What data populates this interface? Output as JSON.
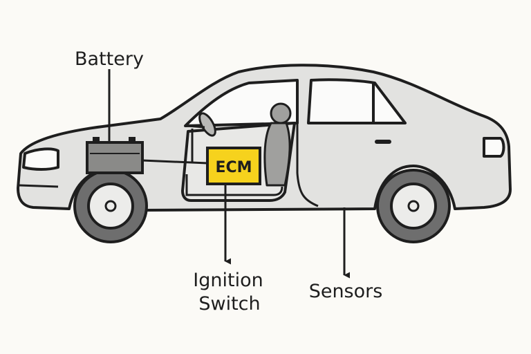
{
  "labels": {
    "battery": "Battery",
    "ecm": "ECM",
    "ignition_line1": "Ignition",
    "ignition_line2": "Switch",
    "sensors": "Sensors"
  },
  "colors": {
    "background": "#fbfaf6",
    "outline": "#1e1e1e",
    "car_body": "#e2e2e0",
    "window": "#fbfbfa",
    "tire": "#6e6e6e",
    "rim": "#ececea",
    "battery": "#8a8a88",
    "seat": "#a0a09e",
    "ecm_box": "#f6d21d"
  },
  "icons": {
    "arrow": "arrow-down-icon"
  }
}
